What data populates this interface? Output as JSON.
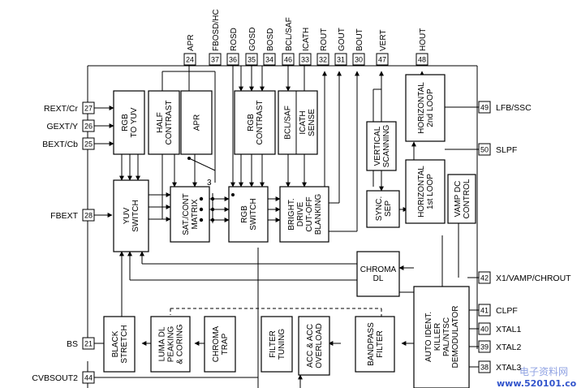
{
  "top_pins": [
    {
      "num": "24",
      "label": "APR"
    },
    {
      "num": "37",
      "label": "FBOSD/HC"
    },
    {
      "num": "36",
      "label": "ROSD"
    },
    {
      "num": "35",
      "label": "GOSD"
    },
    {
      "num": "34",
      "label": "BOSD"
    },
    {
      "num": "46",
      "label": "BCL/SAF"
    },
    {
      "num": "33",
      "label": "ICATH"
    },
    {
      "num": "32",
      "label": "ROUT"
    },
    {
      "num": "31",
      "label": "GOUT"
    },
    {
      "num": "30",
      "label": "BOUT"
    },
    {
      "num": "47",
      "label": "VERT"
    },
    {
      "num": "48",
      "label": "HOUT"
    }
  ],
  "left_pins": [
    {
      "num": "27",
      "label": "REXT/Cr"
    },
    {
      "num": "26",
      "label": "GEXT/Y"
    },
    {
      "num": "25",
      "label": "BEXT/Cb"
    },
    {
      "num": "28",
      "label": "FBEXT"
    },
    {
      "num": "21",
      "label": "BS"
    },
    {
      "num": "44",
      "label": "CVBSOUT2"
    }
  ],
  "right_pins": [
    {
      "num": "49",
      "label": "LFB/SSC"
    },
    {
      "num": "50",
      "label": "SLPF"
    },
    {
      "num": "42",
      "label": "X1/VAMP/CHROUT"
    },
    {
      "num": "41",
      "label": "CLPF"
    },
    {
      "num": "40",
      "label": "XTAL1"
    },
    {
      "num": "39",
      "label": "XTAL2"
    },
    {
      "num": "38",
      "label": "XTAL3"
    }
  ],
  "blocks": {
    "rgb_to_yuv": [
      "RGB",
      "TO YUV"
    ],
    "half_contrast": [
      "HALF",
      "CONTRAST"
    ],
    "apr": [
      "APR"
    ],
    "rgb_contrast": [
      "RGB",
      "CONTRAST"
    ],
    "bcl_saf": [
      "BCL/SAF"
    ],
    "icath_sense": [
      "ICATH",
      "SENSE"
    ],
    "yuv_switch": [
      "YUV",
      "SWITCH"
    ],
    "sat_cont_matrix": [
      "SAT./CONT",
      "MATRIX"
    ],
    "rgb_switch": [
      "RGB",
      "SWITCH"
    ],
    "bright_drive": [
      "BRIGHT.",
      "DRIVE",
      "CUT-OFF",
      "BLANKING"
    ],
    "vertical_scanning": [
      "VERTICAL",
      "SCANNING"
    ],
    "horizontal_2nd": [
      "HORIZONTAL",
      "2nd LOOP"
    ],
    "horizontal_1st": [
      "HORIZONTAL",
      "1st LOOP"
    ],
    "sync_sep": [
      "SYNC.",
      "SEP"
    ],
    "vamp_dc": [
      "VAMP DC",
      "CONTROL"
    ],
    "chroma_dl": [
      "CHROMA",
      "DL"
    ],
    "black_stretch": [
      "BLACK",
      "STRETCH"
    ],
    "luma_dl": [
      "LUMA DL",
      "PEAKING",
      "& CORING"
    ],
    "chroma_trap": [
      "CHROMA",
      "TRAP"
    ],
    "filter_tuning": [
      "FILTER",
      "TUNING"
    ],
    "acc_overload": [
      "ACC & ACC",
      "OVERLOAD"
    ],
    "bandpass": [
      "BANDPASS",
      "FILTER"
    ],
    "demod": [
      "AUTO IDENT.",
      "KILLER",
      "PAL/NTSC",
      "DEMODULATOR"
    ]
  },
  "matrix_marker": "3",
  "watermark": {
    "site": "www.520101.com",
    "cn": "电子资料网"
  }
}
